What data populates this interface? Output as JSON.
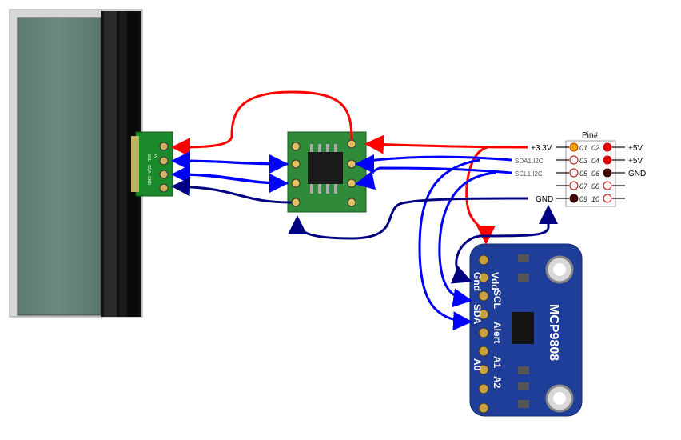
{
  "header": {
    "pin_header_title": "Pin#"
  },
  "pi_header": {
    "left_labels": {
      "v33": "+3.3V",
      "sda": "SDA1,I2C",
      "scl": "SCL1,I2C",
      "gnd": "GND"
    },
    "pins": [
      {
        "odd": "01",
        "even": "02",
        "odd_color": "#f0a000",
        "even_color": "#e00000",
        "right_label": "+5V"
      },
      {
        "odd": "03",
        "even": "04",
        "odd_color": "#ffffff",
        "even_color": "#e00000",
        "right_label": "+5V"
      },
      {
        "odd": "05",
        "even": "06",
        "odd_color": "#ffffff",
        "even_color": "#400000",
        "right_label": "GND"
      },
      {
        "odd": "07",
        "even": "08",
        "odd_color": "#ffffff",
        "even_color": "#ffffff",
        "right_label": ""
      },
      {
        "odd": "09",
        "even": "10",
        "odd_color": "#400000",
        "even_color": "#ffffff",
        "right_label": ""
      }
    ]
  },
  "lcd_connector": {
    "pin_labels": [
      "+V",
      "SCL",
      "SDA",
      "GND"
    ]
  },
  "mcp9808": {
    "name": "MCP9808",
    "pin_labels": [
      "Vdd",
      "Gnd",
      "SCL",
      "SDA",
      "Alert",
      "A2",
      "A1",
      "A0"
    ]
  },
  "wire_colors": {
    "power": "#ff0000",
    "data": "#0000ff",
    "ground": "#000080"
  }
}
